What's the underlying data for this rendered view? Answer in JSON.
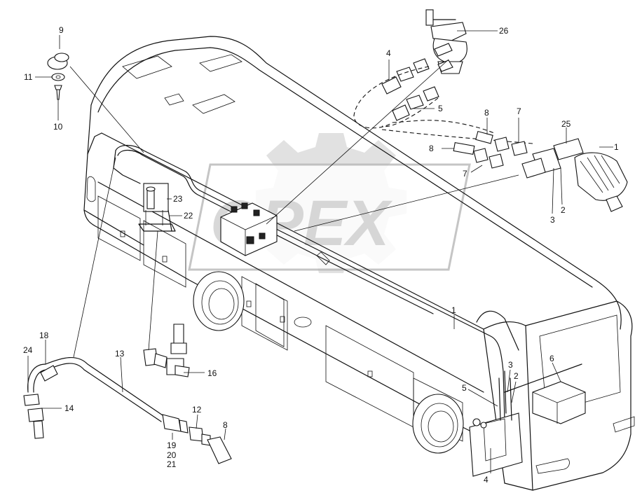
{
  "watermark": {
    "text": "OPEX"
  },
  "callouts": {
    "c26": "26",
    "c9": "9",
    "c11": "11",
    "c10": "10",
    "c4_top": "4",
    "c5_top": "5",
    "c8_top": "8",
    "c7_top": "7",
    "c25": "25",
    "c1_right": "1",
    "c8_mid": "8",
    "c7_mid": "7",
    "c3_right": "3",
    "c2_right": "2",
    "c23": "23",
    "c22": "22",
    "c1_bus": "1",
    "c6": "6",
    "c3_rear": "3",
    "c2_rear": "2",
    "c5_rear": "5",
    "c4_rear": "4",
    "c18": "18",
    "c24": "24",
    "c14": "14",
    "c13": "13",
    "c16": "16",
    "c12": "12",
    "c8_bottom": "8",
    "c19": "19",
    "c20": "20",
    "c21": "21"
  },
  "colors": {
    "line": "#111111",
    "watermark": "#c8c8c8",
    "background": "#ffffff"
  }
}
